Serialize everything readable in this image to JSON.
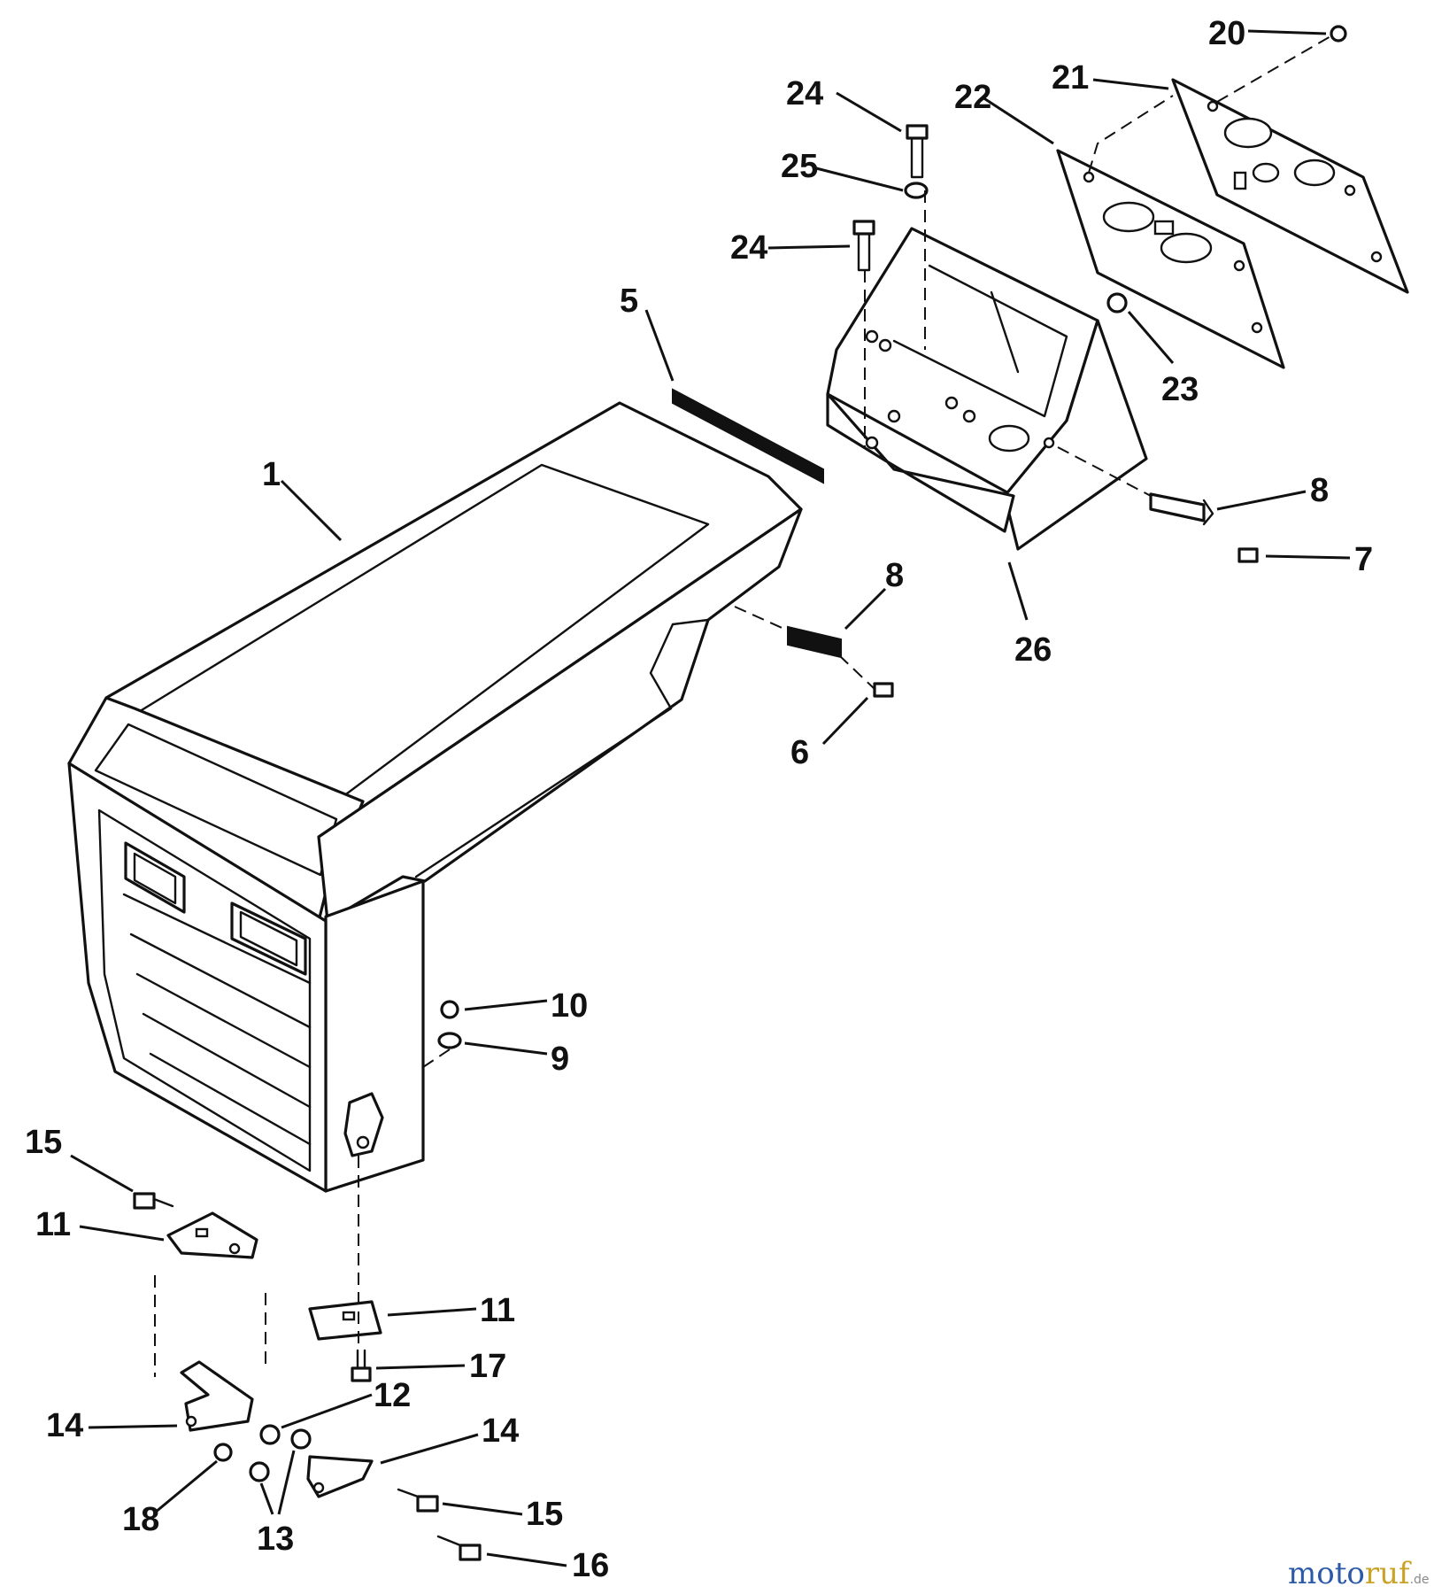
{
  "diagram": {
    "callouts": [
      {
        "id": "1",
        "text": "1"
      },
      {
        "id": "5",
        "text": "5"
      },
      {
        "id": "6",
        "text": "6"
      },
      {
        "id": "7",
        "text": "7"
      },
      {
        "id": "8a",
        "text": "8"
      },
      {
        "id": "8b",
        "text": "8"
      },
      {
        "id": "9",
        "text": "9"
      },
      {
        "id": "10",
        "text": "10"
      },
      {
        "id": "11a",
        "text": "11"
      },
      {
        "id": "11b",
        "text": "11"
      },
      {
        "id": "12",
        "text": "12"
      },
      {
        "id": "13",
        "text": "13"
      },
      {
        "id": "14a",
        "text": "14"
      },
      {
        "id": "14b",
        "text": "14"
      },
      {
        "id": "15a",
        "text": "15"
      },
      {
        "id": "15b",
        "text": "15"
      },
      {
        "id": "16",
        "text": "16"
      },
      {
        "id": "17",
        "text": "17"
      },
      {
        "id": "18",
        "text": "18"
      },
      {
        "id": "20",
        "text": "20"
      },
      {
        "id": "21",
        "text": "21"
      },
      {
        "id": "22",
        "text": "22"
      },
      {
        "id": "23",
        "text": "23"
      },
      {
        "id": "24a",
        "text": "24"
      },
      {
        "id": "24b",
        "text": "24"
      },
      {
        "id": "25",
        "text": "25"
      },
      {
        "id": "26",
        "text": "26"
      }
    ]
  },
  "watermark": {
    "part_a": "moto",
    "part_b": "ruf",
    "suffix": ".de"
  }
}
